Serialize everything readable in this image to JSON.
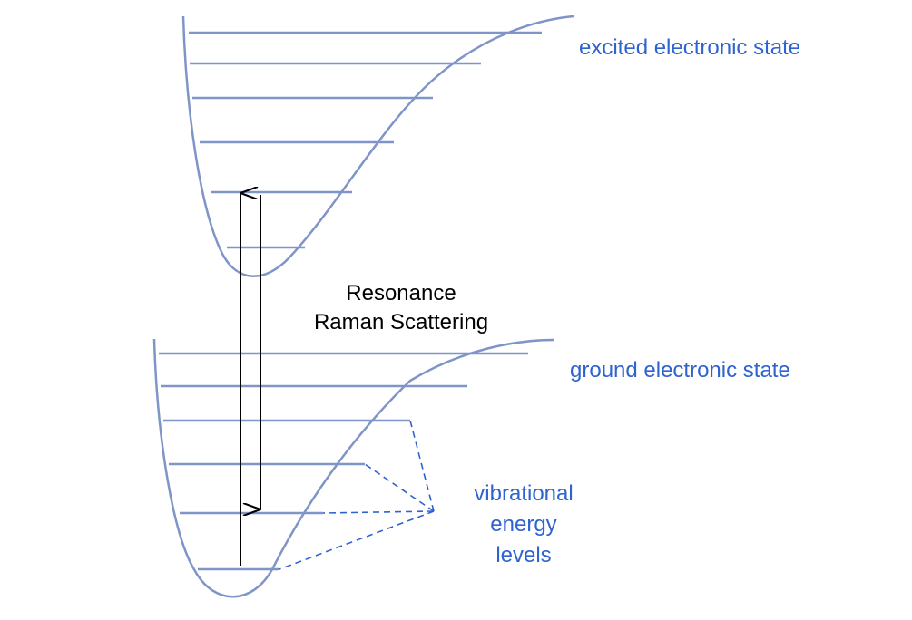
{
  "labels": {
    "excited_state": "excited electronic state",
    "ground_state": "ground electronic state",
    "process_line1": "Resonance",
    "process_line2": "Raman Scattering",
    "vib_line1": "vibrational",
    "vib_line2": "energy",
    "vib_line3": "levels"
  },
  "colors": {
    "curve": "#7f95c8",
    "label_blue": "#2f63d0",
    "arrow": "#000000",
    "dashed": "#2f63d0"
  }
}
